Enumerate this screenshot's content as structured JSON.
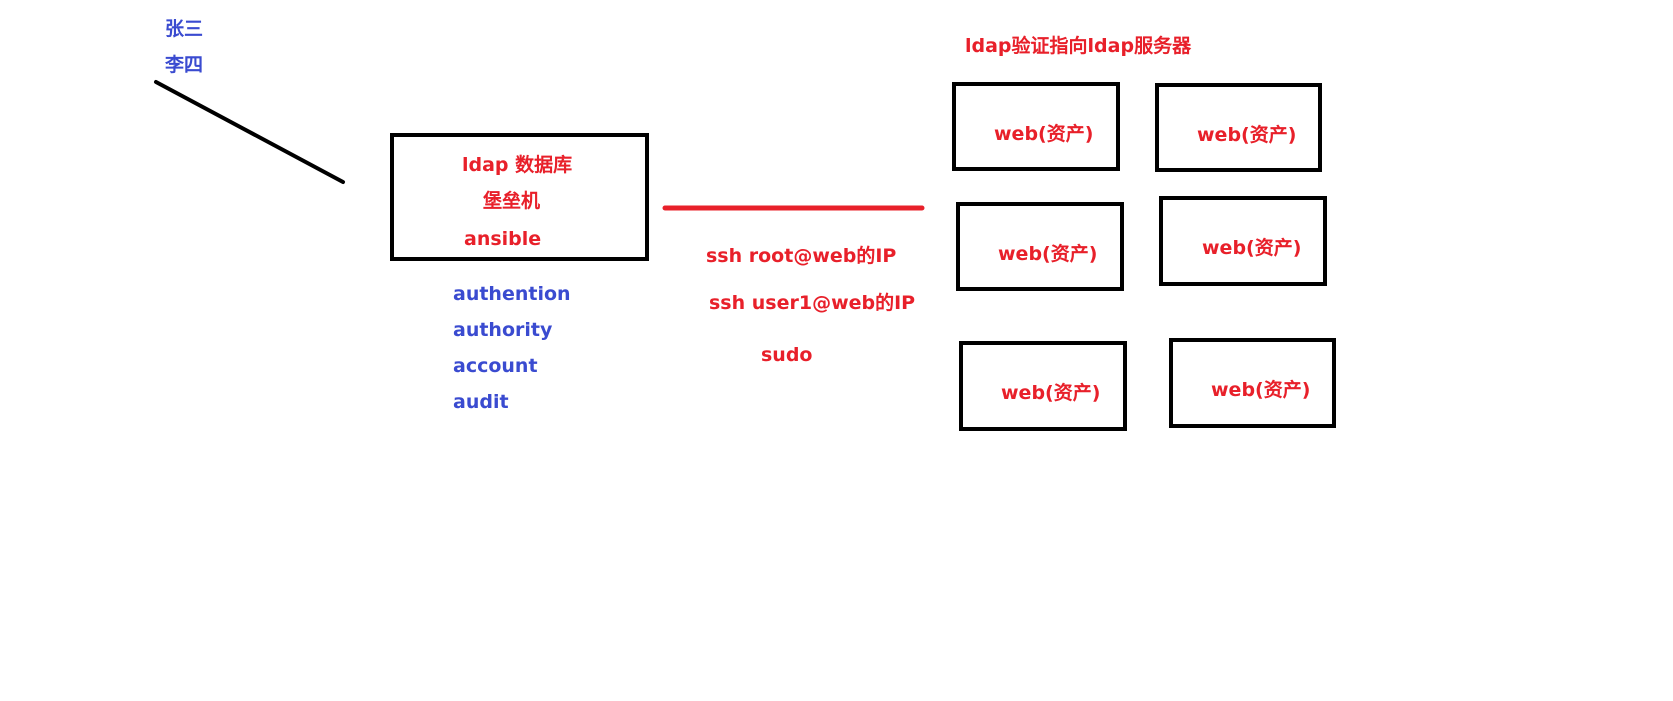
{
  "colors": {
    "user_text": "#3a4bd0",
    "annotation_text": "#e8202a",
    "box_border": "#000000",
    "connector_red": "#e8202a",
    "connector_black": "#000000"
  },
  "users": [
    "张三",
    "李四"
  ],
  "bastion_box": {
    "lines": [
      "ldap 数据库",
      "堡垒机",
      "ansible"
    ]
  },
  "aaa_list": [
    "authention",
    "authority",
    "account",
    "audit"
  ],
  "ssh_notes": [
    "ssh root@web的IP",
    "ssh user1@web的IP",
    "sudo"
  ],
  "ldap_note": "ldap验证指向ldap服务器",
  "web_assets": [
    {
      "label": "web(资产)"
    },
    {
      "label": "web(资产)"
    },
    {
      "label": "web(资产)"
    },
    {
      "label": "web(资产)"
    },
    {
      "label": "web(资产)"
    },
    {
      "label": "web(资产)"
    }
  ]
}
